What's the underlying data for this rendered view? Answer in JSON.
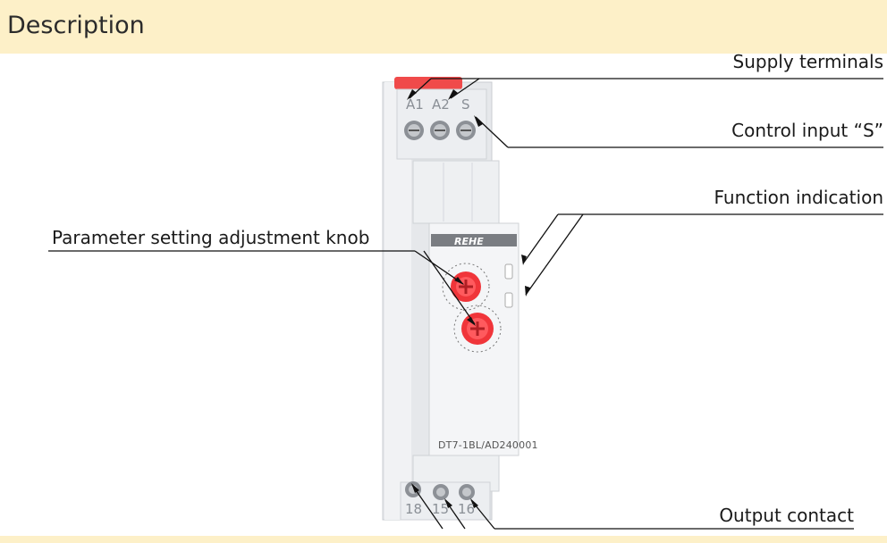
{
  "header": {
    "title": "Description"
  },
  "callouts": {
    "supply_terminals": "Supply  terminals",
    "control_input": "Control input “S”",
    "function_indication": "Function indication",
    "parameter_knob": "Parameter setting adjustment knob",
    "output_contact": "Output contact"
  },
  "device": {
    "brand": "REHE",
    "model": "DT7-1BL/AD240001",
    "top_terminals": [
      "A1",
      "A2",
      "S"
    ],
    "bottom_terminals": [
      "18",
      "15",
      "16"
    ],
    "knob_color": "#f0353a",
    "body_color": "#e9ebee"
  },
  "colors": {
    "header_bg": "#fdf0c8",
    "text": "#1a1a1a"
  }
}
